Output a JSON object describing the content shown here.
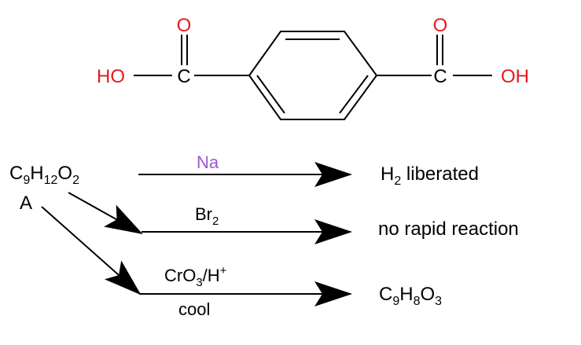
{
  "structure": {
    "oxygen_left": "O",
    "carbon_left": "C",
    "hydroxyl_left": "HO",
    "oxygen_right": "O",
    "carbon_right": "C",
    "hydroxyl_right": "OH",
    "atom_color": "#e31a1c",
    "bond_color": "#000000"
  },
  "scheme": {
    "start_formula": {
      "c": "C",
      "c_sub": "9",
      "h": "H",
      "h_sub": "12",
      "o": "O",
      "o_sub": "2"
    },
    "start_label": "A",
    "reaction_1": {
      "reagent": "Na",
      "reagent_color": "#9b59d0",
      "product_main": "H",
      "product_sub": "2",
      "product_rest": " liberated"
    },
    "reaction_2": {
      "reagent_main": "Br",
      "reagent_sub": "2",
      "product": "no rapid reaction"
    },
    "reaction_3": {
      "reagent": {
        "a": "CrO",
        "a_sub": "3",
        "b": "/H",
        "b_sup": "+"
      },
      "condition": "cool",
      "product": {
        "c": "C",
        "c_sub": "9",
        "h": "H",
        "h_sub": "8",
        "o": "O",
        "o_sub": "3"
      }
    }
  }
}
